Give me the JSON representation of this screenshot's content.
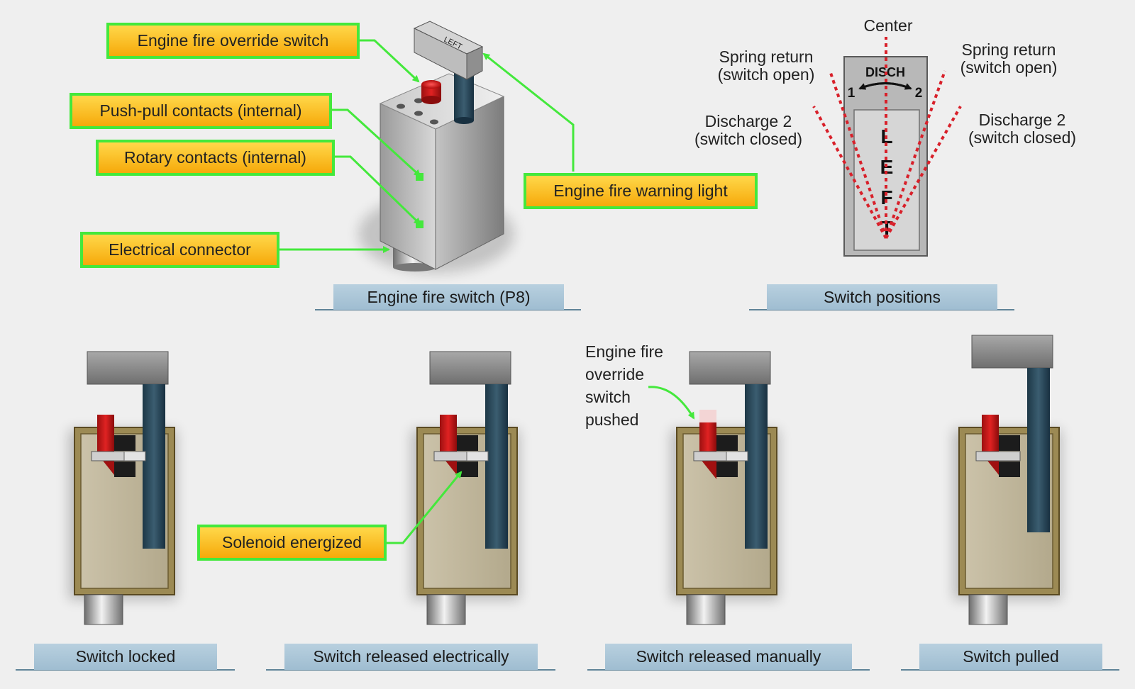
{
  "labels": {
    "override_switch": "Engine fire override switch",
    "push_pull": "Push-pull contacts (internal)",
    "rotary": "Rotary contacts (internal)",
    "connector": "Electrical connector",
    "warning_light": "Engine fire warning light",
    "solenoid": "Solenoid energized"
  },
  "captions": {
    "p8": "Engine fire switch (P8)",
    "positions": "Switch positions",
    "locked": "Switch locked",
    "released_electrically": "Switch released electrically",
    "released_manually": "Switch released manually",
    "pulled": "Switch pulled"
  },
  "positions": {
    "center": "Center",
    "spring_left_1": "Spring return",
    "spring_left_2": "(switch open)",
    "spring_right_1": "Spring return",
    "spring_right_2": "(switch open)",
    "dis_left_1": "Discharge 2",
    "dis_left_2": "(switch closed)",
    "dis_right_1": "Discharge 2",
    "dis_right_2": "(switch closed)",
    "disch": "DISCH",
    "pos1": "1",
    "pos2": "2",
    "handle_letters": [
      "L",
      "E",
      "F",
      "T"
    ]
  },
  "annotation": {
    "line1": "Engine fire",
    "line2": "override",
    "line3": "switch",
    "line4": "pushed"
  },
  "colors": {
    "label_border": "#44e83c",
    "leader_line": "#44e83c",
    "dashed_positions": "#d8202a",
    "caption_bg": "#a9c6d8"
  }
}
